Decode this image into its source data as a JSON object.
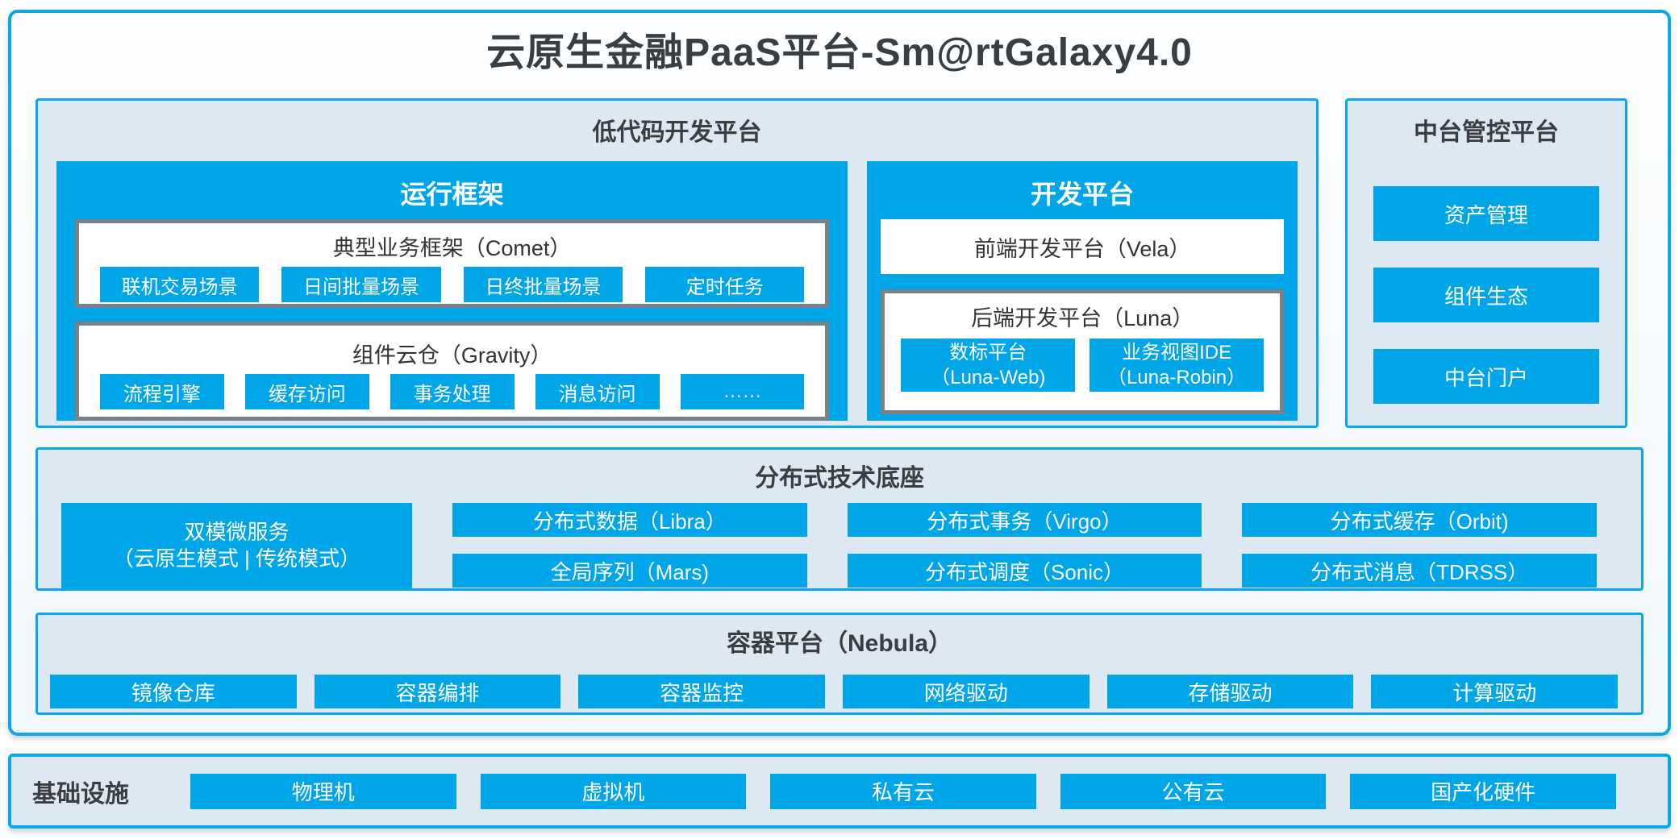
{
  "title": "云原生金融PaaS平台-Sm@rtGalaxy4.0",
  "colors": {
    "accent_blue": "#00A6E7",
    "panel_fill": "#DEE8F3",
    "gray_border": "#7A8188",
    "dark_text": "#3A3E43"
  },
  "low_code": {
    "title": "低代码开发平台",
    "runtime": {
      "title": "运行框架",
      "comet": {
        "title": "典型业务框架（Comet）",
        "chips": [
          "联机交易场景",
          "日间批量场景",
          "日终批量场景",
          "定时任务"
        ]
      },
      "gravity": {
        "title": "组件云仓（Gravity）",
        "chips": [
          "流程引擎",
          "缓存访问",
          "事务处理",
          "消息访问",
          "……"
        ]
      }
    },
    "dev": {
      "title": "开发平台",
      "vela": "前端开发平台（Vela）",
      "luna": {
        "title": "后端开发平台（Luna）",
        "chips": [
          {
            "line1": "数标平台",
            "line2": "（Luna-Web)"
          },
          {
            "line1": "业务视图IDE",
            "line2": "（Luna-Robin）"
          }
        ]
      }
    }
  },
  "mid_platform": {
    "title": "中台管控平台",
    "items": [
      "资产管理",
      "组件生态",
      "中台门户"
    ]
  },
  "distributed": {
    "title": "分布式技术底座",
    "dual_mode": {
      "line1": "双模微服务",
      "line2": "（云原生模式 | 传统模式）"
    },
    "grid": [
      [
        "分布式数据（Libra）",
        "分布式事务（Virgo）",
        "分布式缓存（Orbit)"
      ],
      [
        "全局序列（Mars)",
        "分布式调度（Sonic）",
        "分布式消息（TDRSS）"
      ]
    ]
  },
  "container_platform": {
    "title": "容器平台（Nebula）",
    "chips": [
      "镜像仓库",
      "容器编排",
      "容器监控",
      "网络驱动",
      "存储驱动",
      "计算驱动"
    ]
  },
  "infrastructure": {
    "title": "基础设施",
    "chips": [
      "物理机",
      "虚拟机",
      "私有云",
      "公有云",
      "国产化硬件"
    ]
  }
}
